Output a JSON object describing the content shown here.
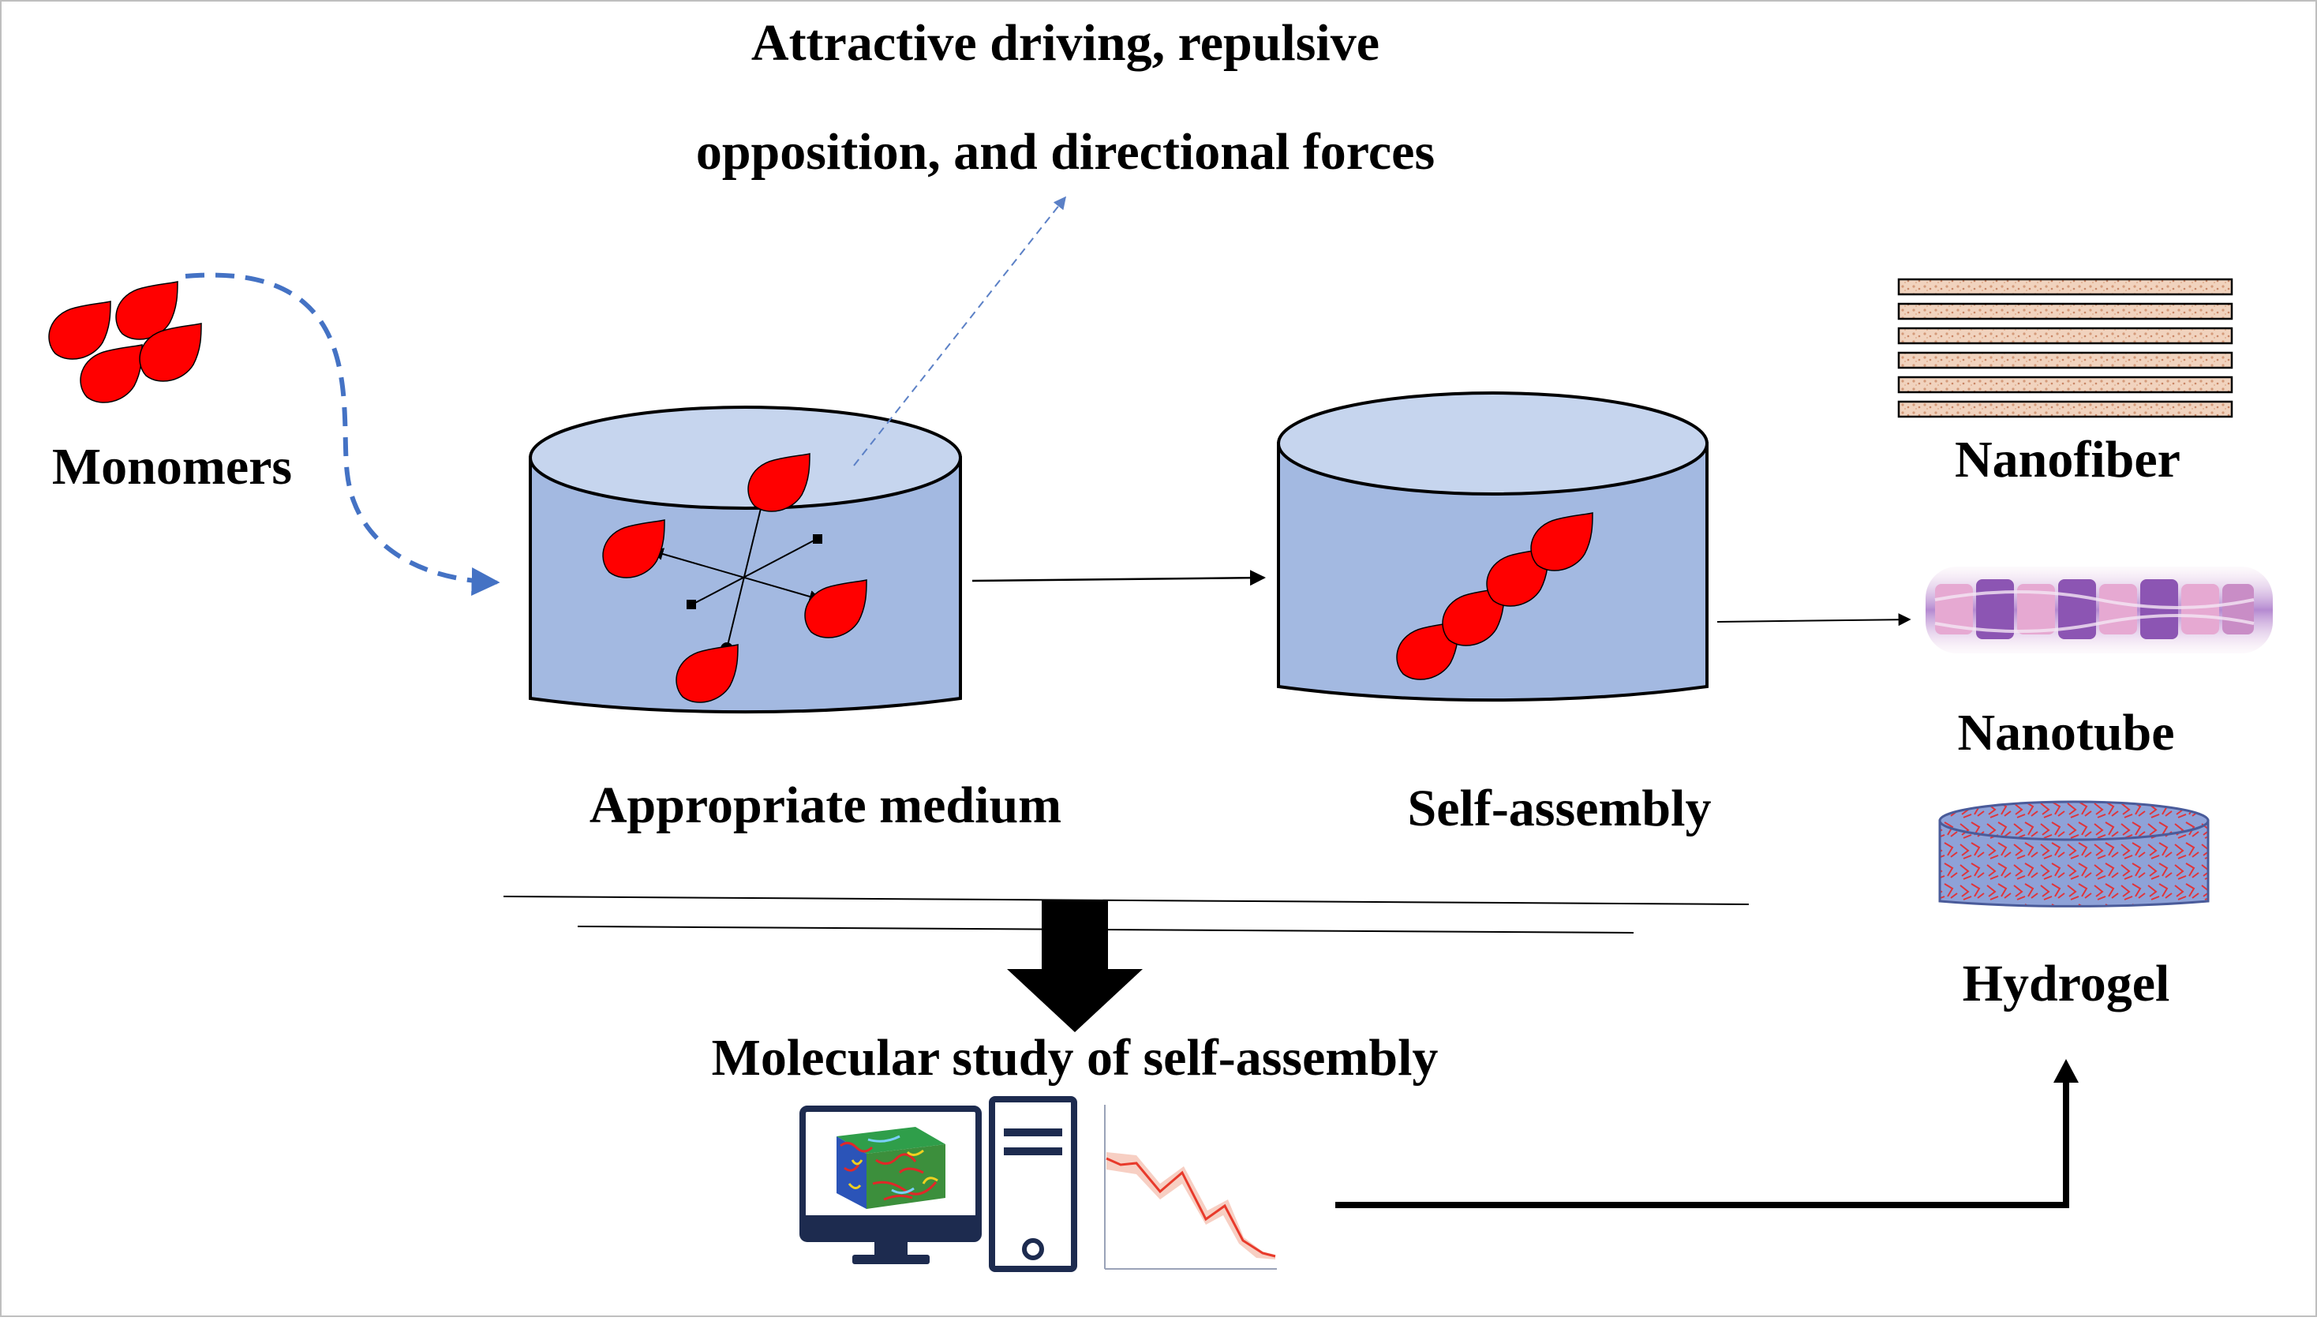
{
  "labels": {
    "monomers": "Monomers",
    "forces_line1": "Attractive driving, repulsive",
    "forces_line2": "opposition, and directional forces",
    "appropriate_medium": "Appropriate medium",
    "self_assembly": "Self-assembly",
    "molecular_study": "Molecular study of self-assembly",
    "nanofiber": "Nanofiber",
    "nanotube": "Nanotube",
    "hydrogel": "Hydrogel"
  },
  "colors": {
    "monomer_fill": "#ff0000",
    "cylinder_body": "#a3b9e1",
    "cylinder_top": "#c6d5ee",
    "dashed_arrow": "#4472c4",
    "nanofiber_fill": "#f1d3be",
    "nanotube_purple": "#8c55b3",
    "nanotube_pink": "#e6a9d2",
    "hydrogel_body": "#8ea2d8",
    "hydrogel_mesh": "#e0343a",
    "computer_outline": "#1d2b4f",
    "plot_line": "#e83a2b",
    "plot_band": "#f6c7b8"
  },
  "icons": [
    "monomer-icon",
    "computer-monitor-icon",
    "computer-tower-icon",
    "line-plot-icon",
    "down-arrow-icon"
  ]
}
